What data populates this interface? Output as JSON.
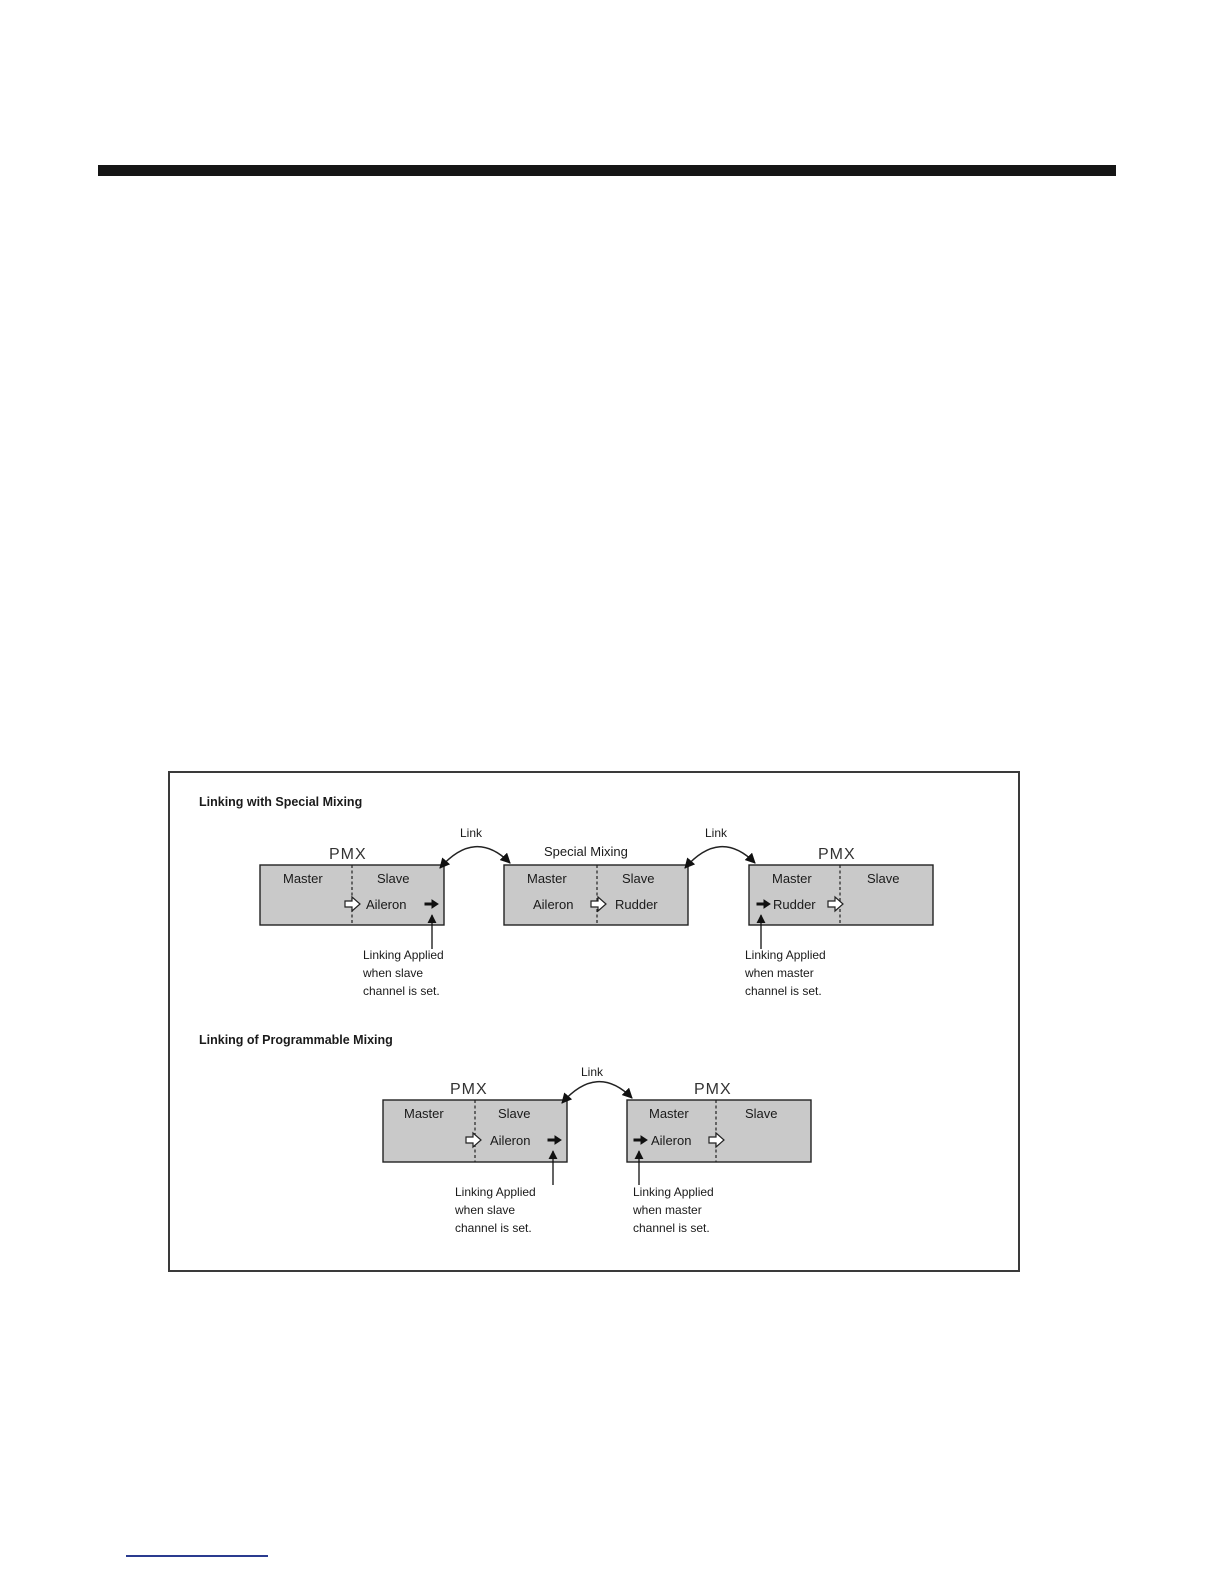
{
  "diagram": {
    "section1_title": "Linking with Special Mixing",
    "section2_title": "Linking of Programmable Mixing",
    "link_label": "Link",
    "pmx_label": "PMX",
    "special_mixing_label": "Special Mixing",
    "master_label": "Master",
    "slave_label": "Slave",
    "aileron_label": "Aileron",
    "rudder_label": "Rudder",
    "note_slave": [
      "Linking Applied",
      "when slave",
      "channel is set."
    ],
    "note_master": [
      "Linking Applied",
      "when master",
      "channel is set."
    ]
  },
  "colors": {
    "box_fill": "#c9c9c9",
    "rule": "#151515",
    "accent_underline": "#2a3b8f"
  }
}
